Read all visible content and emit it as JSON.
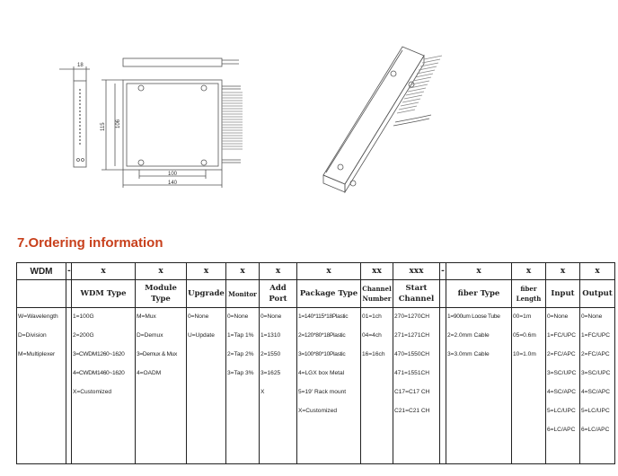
{
  "drawing": {
    "dim_top": "18",
    "dim_height_outer": "115",
    "dim_height_inner": "106",
    "dim_width_inner": "100",
    "dim_width_outer": "140"
  },
  "section_title": "7.Ordering information",
  "table": {
    "header_codes": [
      "WDM",
      "-",
      "x",
      "x",
      "x",
      "x",
      "x",
      "x",
      "xx",
      "xxx",
      "-",
      "x",
      "x",
      "x",
      "x"
    ],
    "column_names": [
      "",
      "",
      "WDM Type",
      "Module Type",
      "Upgrade",
      "Monitor",
      "Add Port",
      "Package Type",
      "Channel Number",
      "Start Channel",
      "",
      "fiber Type",
      "fiber Length",
      "Input",
      "Output"
    ],
    "options": [
      [
        "W=Wavelength",
        "D=Division",
        "M=Multiplexer"
      ],
      [],
      [
        "1=100G",
        "2=200G",
        "3=CWDM1260~1620",
        "4=CWDM1460~1620",
        "X=Customized"
      ],
      [
        "M=Mux",
        "D=Demux",
        "3=Demux & Mux",
        "4=OADM"
      ],
      [
        "0=None",
        "U=Update"
      ],
      [
        "0=None",
        "1=Tap 1%",
        "2=Tap 2%",
        "3=Tap 3%"
      ],
      [
        "0=None",
        "1=1310",
        "2=1550",
        "3=1625",
        "X"
      ],
      [
        "1=140*115*18Plastic",
        "2=120*80*18Plastic",
        "3=100*80*10Plastic",
        "4=LGX box Metal",
        "5=19' Rack mount",
        "X=Customized"
      ],
      [
        "01=1ch",
        "04=4ch",
        "16=16ch"
      ],
      [
        "270=1270CH",
        "271=1271CH",
        "470=1550CH",
        "471=1551CH",
        "C17=C17 CH",
        "C21=C21  CH"
      ],
      [],
      [
        "1=900um Loose Tube",
        "2=2.0mm Cable",
        "3=3.0mm Cable"
      ],
      [
        "00=1m",
        "05=0.6m",
        "10=1.0m"
      ],
      [
        "0=None",
        "1=FC/UPC",
        "2=FC/APC",
        "3=SC/UPC",
        "4=SC/APC",
        "5=LC/UPC",
        "6=LC/APC"
      ],
      [
        "0=None",
        "1=FC/UPC",
        "2=FC/APC",
        "3=SC/UPC",
        "4=SC/APC",
        "5=LC/UPC",
        "6=LC/APC"
      ]
    ]
  }
}
